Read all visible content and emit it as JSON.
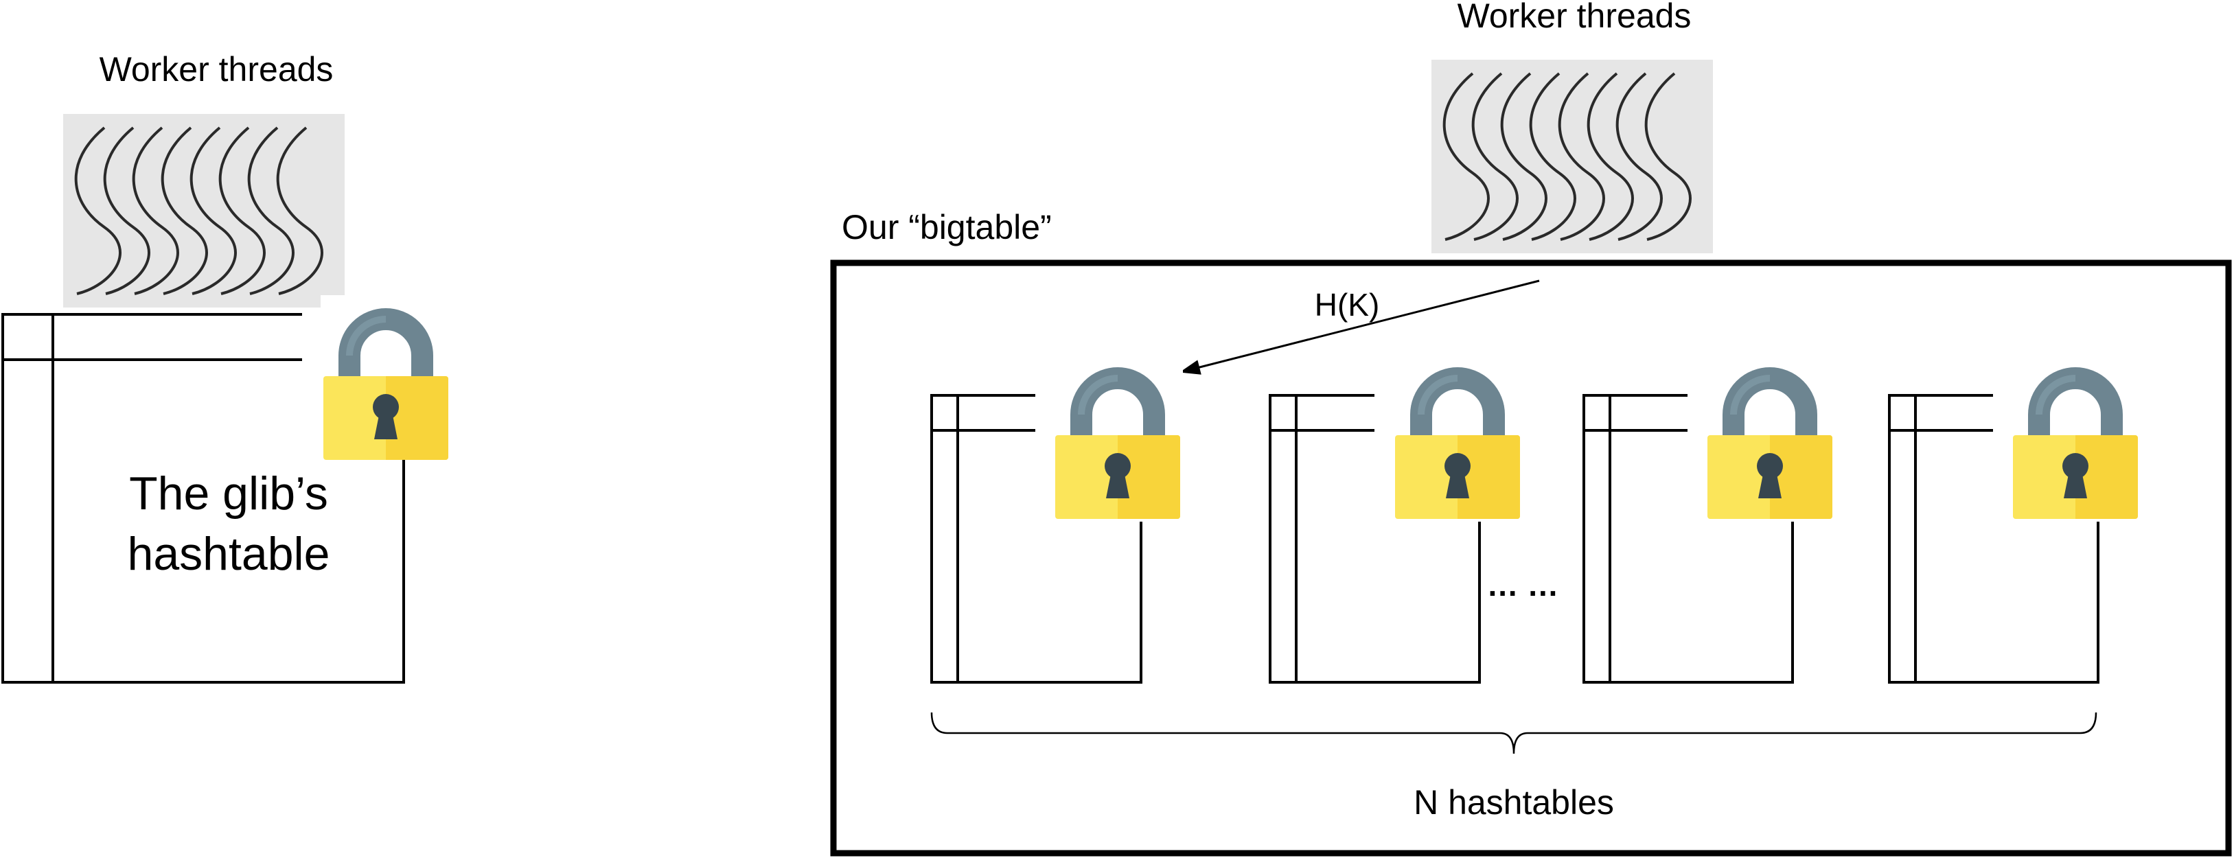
{
  "left": {
    "worker_threads_label": "Worker threads",
    "table_label_line1": "The glib’s",
    "table_label_line2": "hashtable"
  },
  "right": {
    "worker_threads_label": "Worker threads",
    "container_label": "Our “bigtable”",
    "hash_label": "H(K)",
    "ellipsis": "… …",
    "brace_label": "N hashtables"
  },
  "icons": {
    "lock": "padlock-icon",
    "threads": "worker-threads-icon"
  },
  "colors": {
    "lock_shackle": "#6d8591",
    "lock_body_light": "#fbe55a",
    "lock_body_dark": "#f8d43a",
    "keyhole": "#37464f",
    "threads_bg": "#e6e6e6",
    "threads_stroke": "#2a2a2a"
  }
}
